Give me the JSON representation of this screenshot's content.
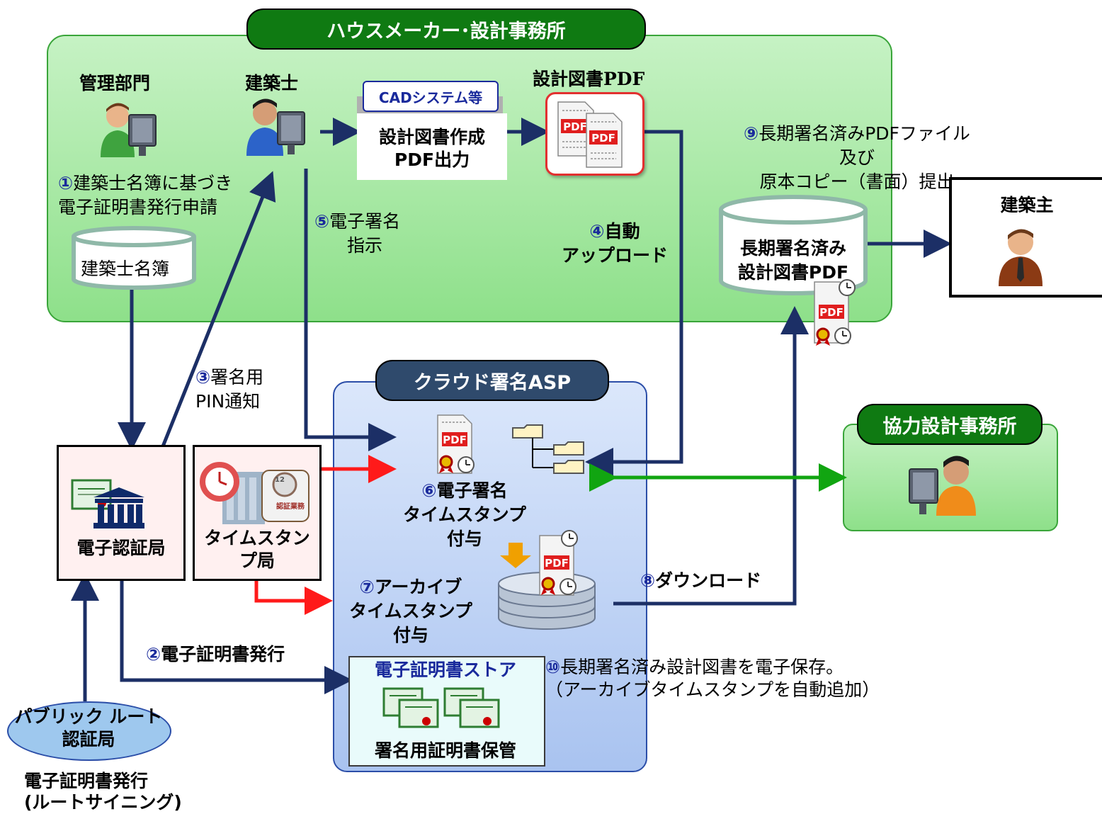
{
  "regions": {
    "house_maker": "ハウスメーカー･設計事務所",
    "cloud_asp": "クラウド署名ASP",
    "partner": "協力設計事務所"
  },
  "actors": {
    "admin": "管理部門",
    "architect": "建築士",
    "owner": "建築主"
  },
  "cad": {
    "tag": "CADシステム等",
    "line1": "設計図書作成",
    "line2": "PDF出力"
  },
  "pdf_title": "設計図書PDF",
  "pdf_label": "PDF",
  "db": {
    "architect_registry": "建築士名簿",
    "signed_line1": "長期署名済み",
    "signed_line2": "設計図書PDF"
  },
  "steps": {
    "s1_num": "①",
    "s1_line1": "建築士名簿に基づき",
    "s1_line2": "電子証明書発行申請",
    "s2_num": "②",
    "s2_text": "電子証明書発行",
    "s3_num": "③",
    "s3_line1": "署名用",
    "s3_line2": "PIN通知",
    "s4_num": "④",
    "s4_line1": "自動",
    "s4_line2": "アップロード",
    "s5_num": "⑤",
    "s5_line1": "電子署名",
    "s5_line2": "指示",
    "s6_num": "⑥",
    "s6_line1": "電子署名",
    "s6_line2": "タイムスタンプ",
    "s6_line3": "付与",
    "s7_num": "⑦",
    "s7_line1": "アーカイブ",
    "s7_line2": "タイムスタンプ",
    "s7_line3": "付与",
    "s8_num": "⑧",
    "s8_text": "ダウンロード",
    "s9_num": "⑨",
    "s9_line1": "長期署名済みPDFファイル",
    "s9_line2": "及び",
    "s9_line3": "原本コピー（書面）提出",
    "s10_num": "⑩",
    "s10_line1": "長期署名済み設計図書を電子保存。",
    "s10_line2": "（アーカイブタイムスタンプを自動追加）"
  },
  "authorities": {
    "ca": "電子認証局",
    "tsa_line1": "タイムスタン",
    "tsa_line2": "プ局",
    "root_line1": "パブリック ルート",
    "root_line2": "認証局",
    "root_caption1": "電子証明書発行",
    "root_caption2": "(ルートサイニング)",
    "seal_number": "12",
    "seal_text": "認証業務"
  },
  "cert_store": {
    "title": "電子証明書ストア",
    "caption": "署名用証明書保管"
  },
  "colors": {
    "navy_arrow": "#1c2f66",
    "red_arrow": "#ff1a1a",
    "green_arrow": "#11a511",
    "orange_arrow": "#f0a000",
    "step_number": "#1a2a9c"
  }
}
